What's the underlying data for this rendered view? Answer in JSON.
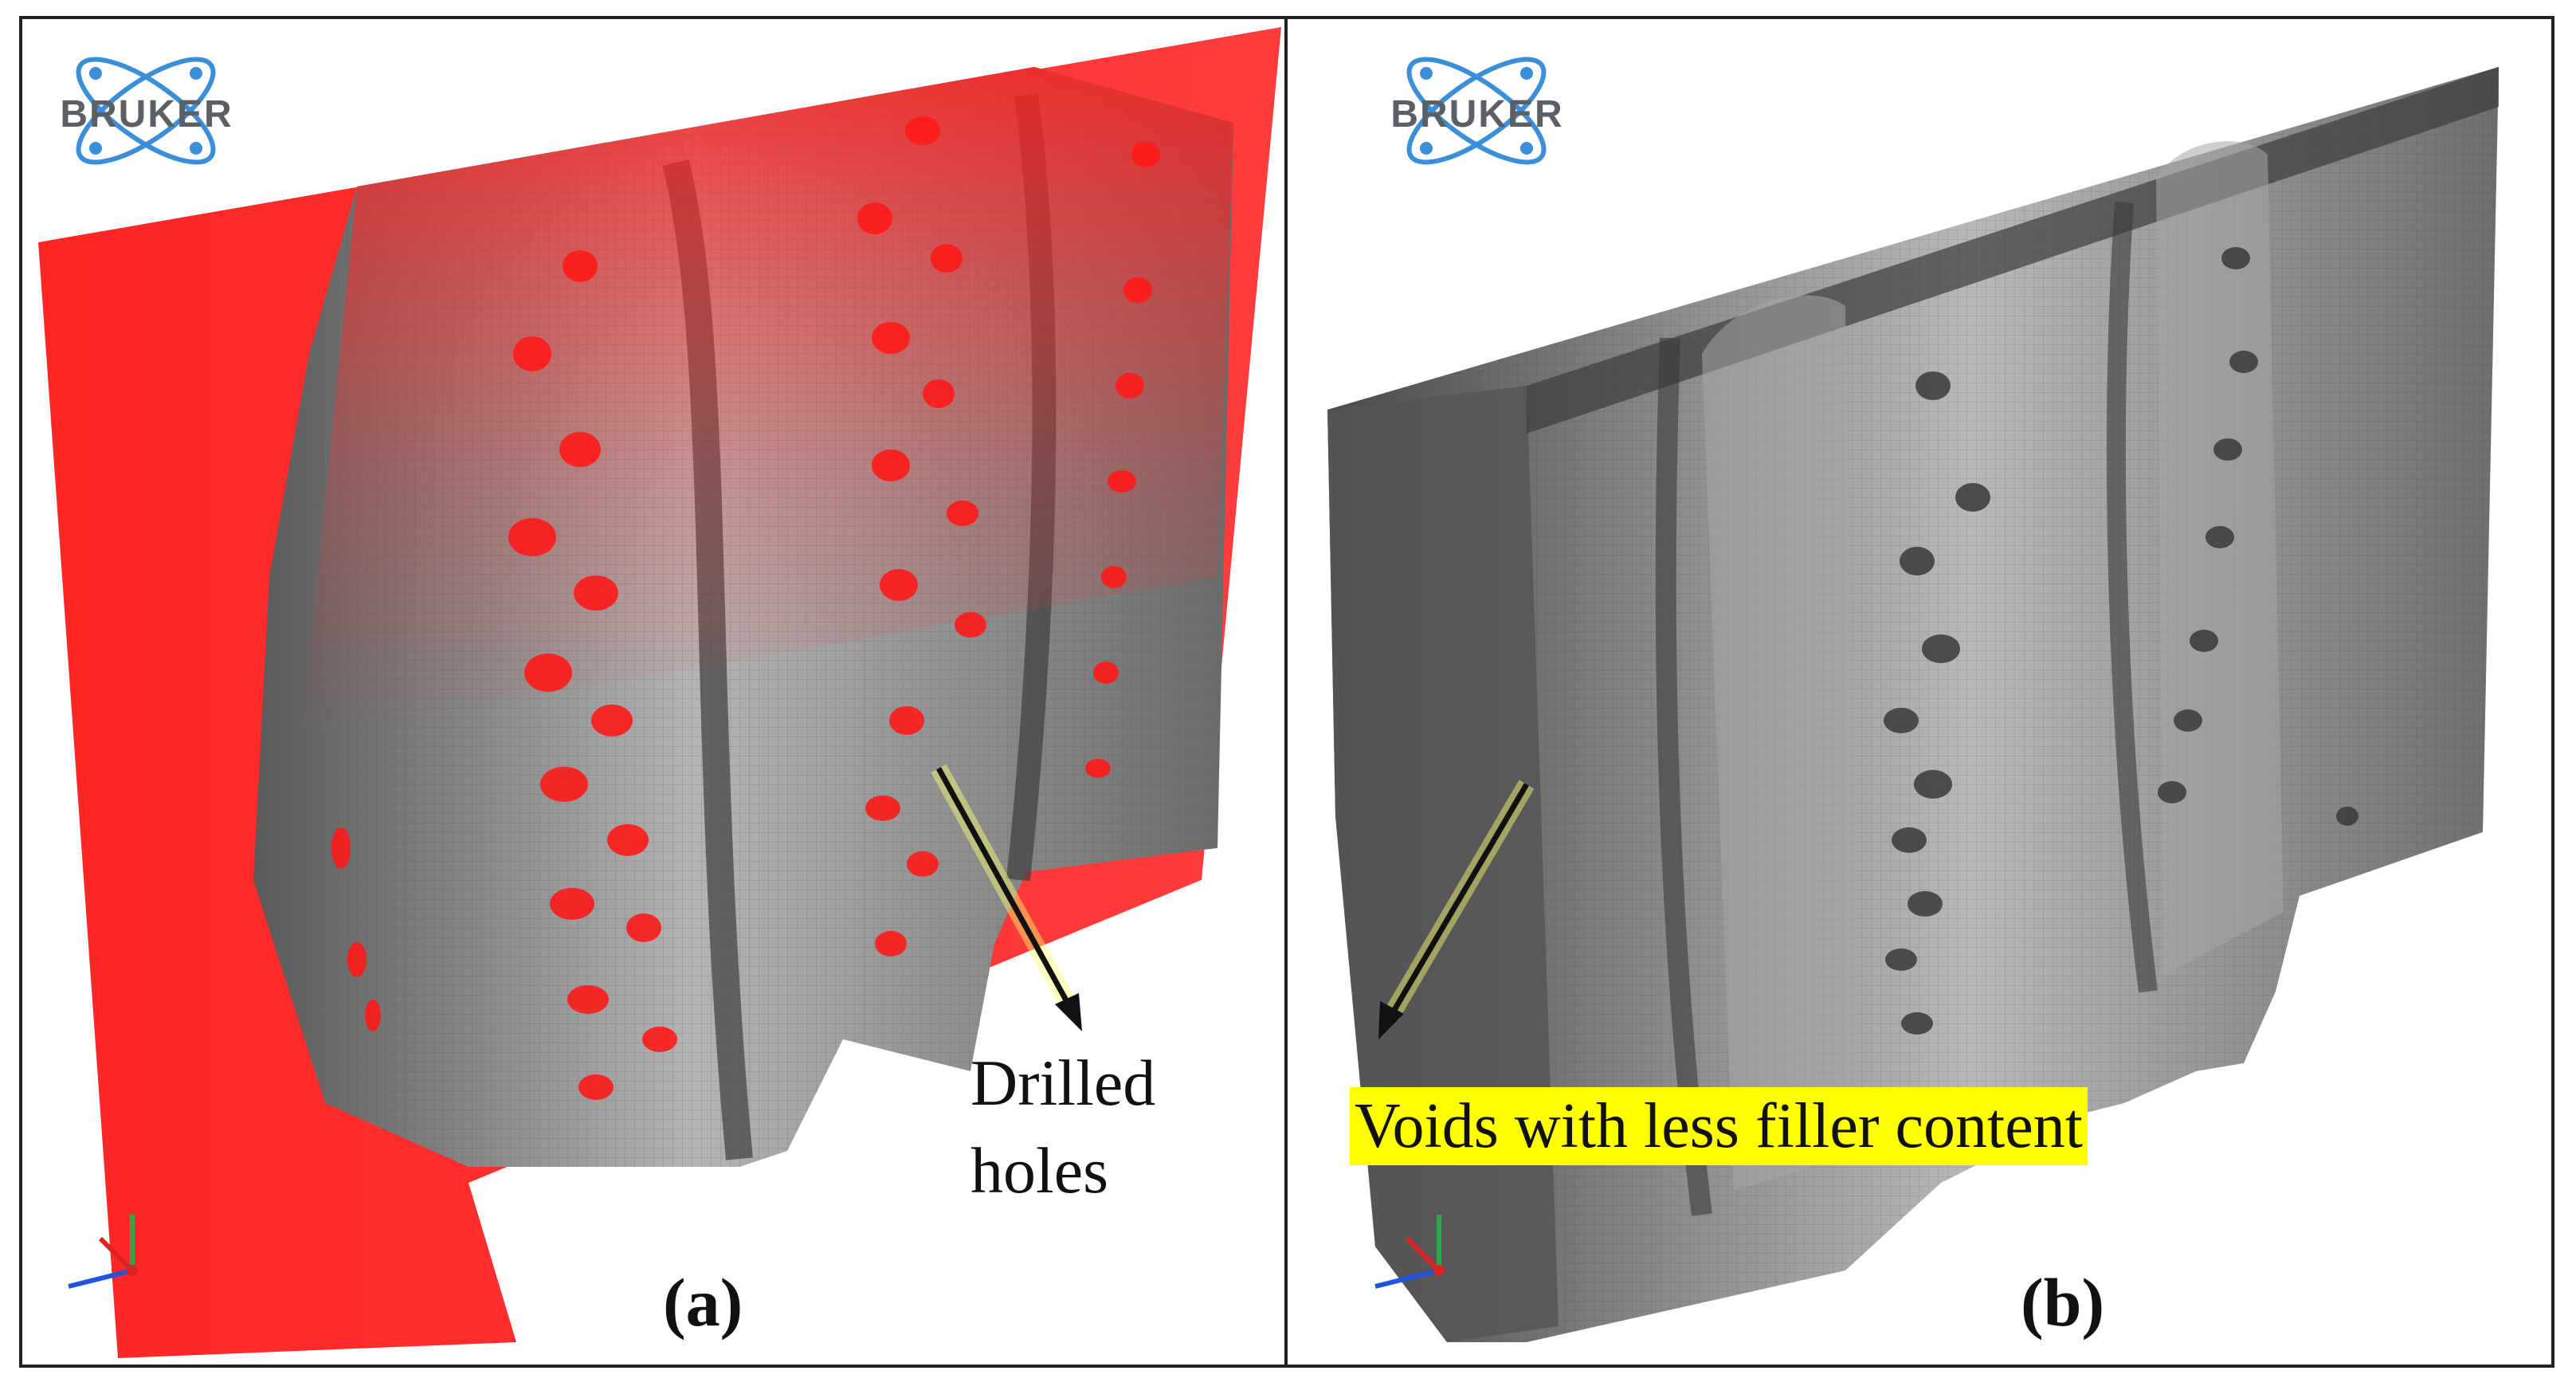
{
  "logo_text": "BRUKER",
  "panel_a": {
    "label": "(a)",
    "annotation_lines": [
      "Drilled",
      "holes"
    ]
  },
  "panel_b": {
    "label": "(b)",
    "annotation": "Voids with less filler content"
  },
  "colors": {
    "background": "#ffffff",
    "frame": "#222222",
    "highlight_red": "#ff1a1a",
    "material_gray": "#8a8a8a",
    "annotation_highlight": "#ffff00",
    "logo_blue": "#3a8fd8",
    "logo_text": "#5b5f66"
  },
  "icons": [
    "bruker-logo-icon",
    "axis-triad-icon",
    "arrow-icon"
  ]
}
